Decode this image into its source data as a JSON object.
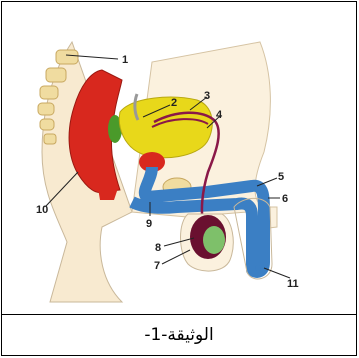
{
  "figure": {
    "labels": [
      "1",
      "2",
      "3",
      "4",
      "5",
      "6",
      "7",
      "8",
      "9",
      "10",
      "11"
    ],
    "caption": "الوثيقة-1-"
  },
  "colors": {
    "rectum": "#d8281e",
    "bladder": "#e8d81a",
    "seminal": "#4a9a2a",
    "urethra_blue": "#3b7fc4",
    "testis": "#6a1030",
    "epididymis": "#7ec06a",
    "vas": "#8a1848",
    "skin": "#f8e8c8",
    "bone": "#f0dca0"
  }
}
